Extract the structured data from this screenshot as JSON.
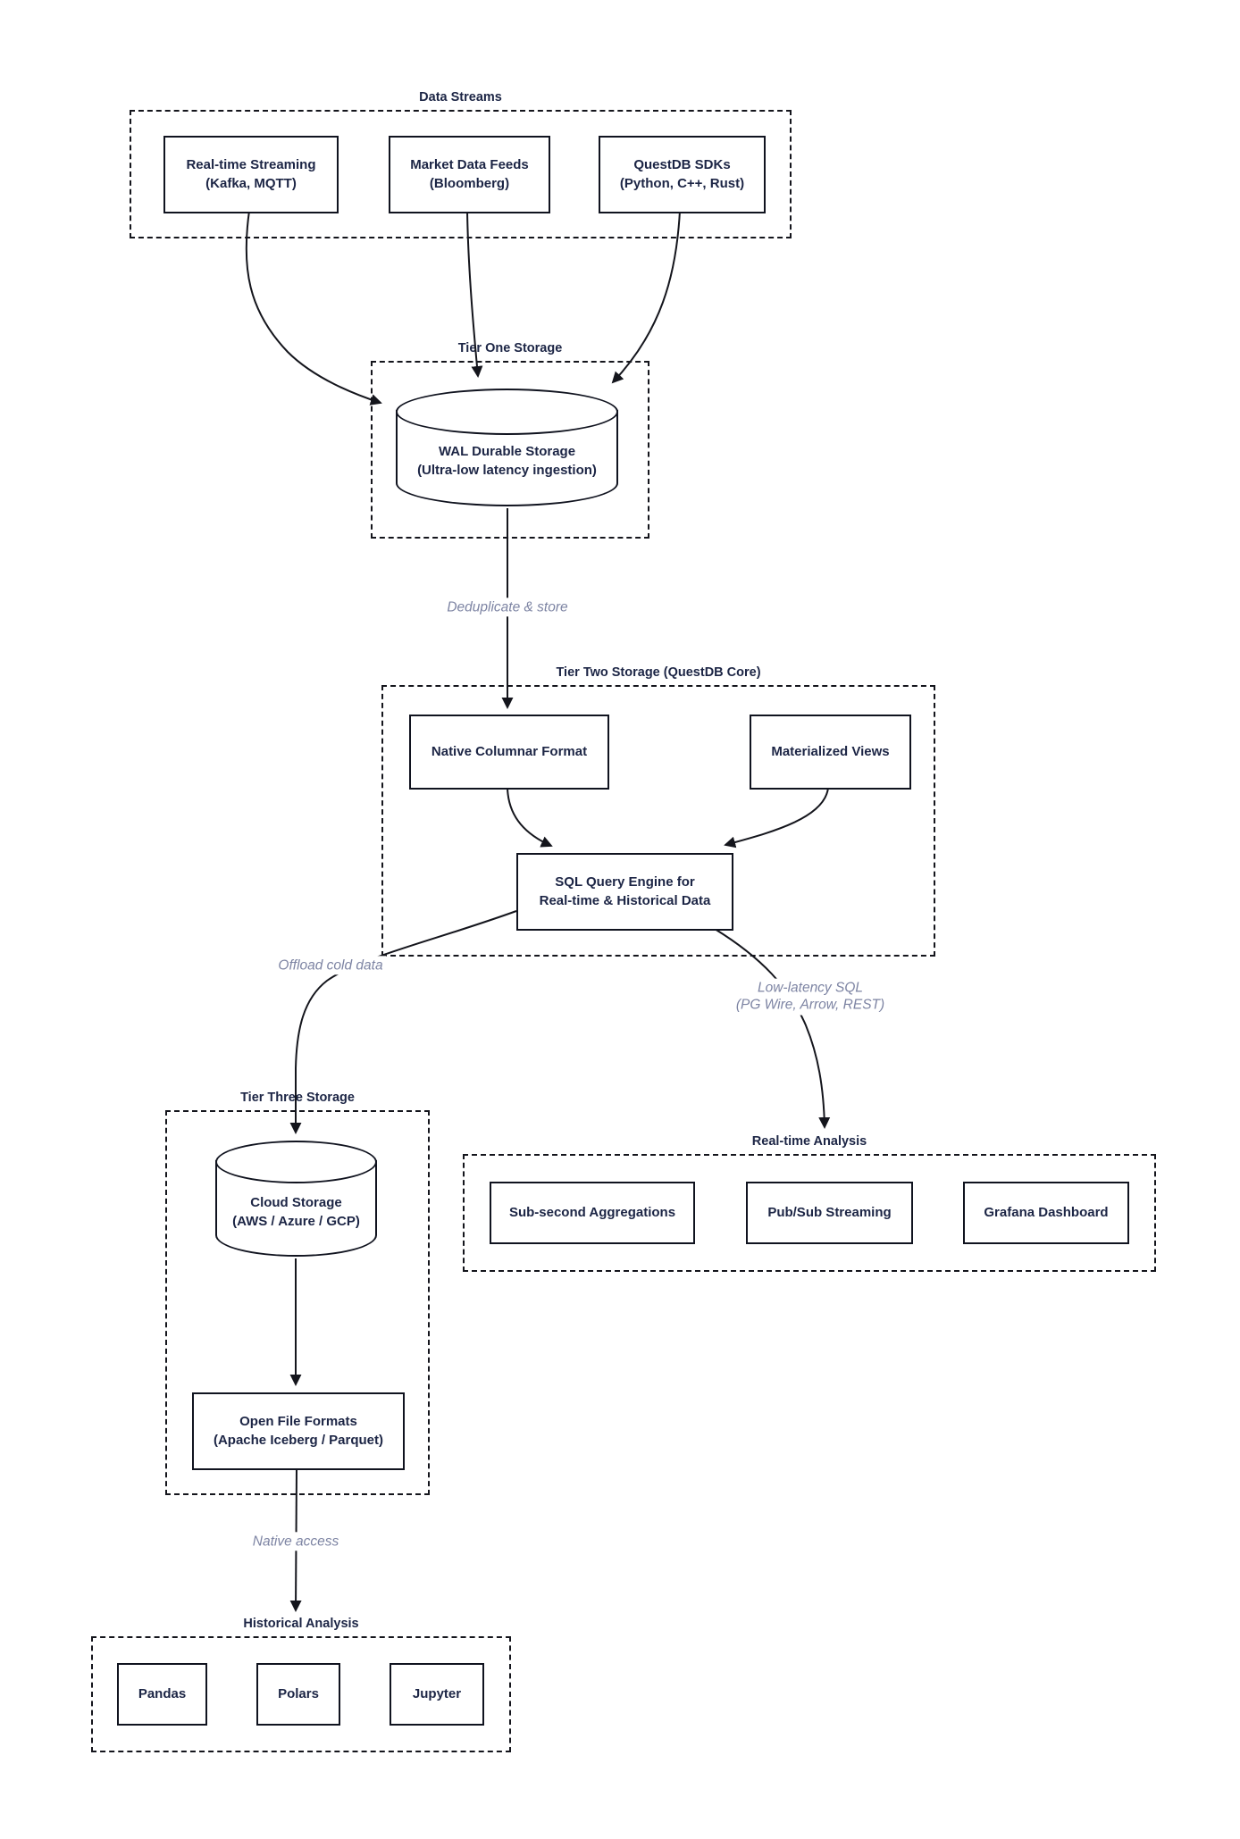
{
  "diagram": {
    "type": "flowchart",
    "background": "#ffffff",
    "colors": {
      "node_text": "#1c2545",
      "node_border": "#10131f",
      "cluster_border": "#14151c",
      "edge_line": "#14151c",
      "edge_label_text": "#7d84a3"
    },
    "clusters": {
      "data_streams": {
        "label": "Data Streams"
      },
      "tier_one": {
        "label": "Tier One Storage"
      },
      "tier_two": {
        "label": "Tier Two Storage (QuestDB Core)"
      },
      "tier_three": {
        "label": "Tier Three Storage"
      },
      "realtime": {
        "label": "Real-time Analysis"
      },
      "historical": {
        "label": "Historical Analysis"
      }
    },
    "nodes": {
      "realtime_streaming": {
        "line1": "Real-time Streaming",
        "line2": "(Kafka, MQTT)"
      },
      "market_data": {
        "line1": "Market Data Feeds",
        "line2": "(Bloomberg)"
      },
      "questdb_sdks": {
        "line1": "QuestDB SDKs",
        "line2": "(Python, C++, Rust)"
      },
      "wal_storage": {
        "line1": "WAL Durable Storage",
        "line2": "(Ultra-low latency ingestion)"
      },
      "native_columnar": {
        "line1": "Native Columnar Format"
      },
      "materialized_views": {
        "line1": "Materialized Views"
      },
      "sql_engine": {
        "line1": "SQL Query Engine for",
        "line2": "Real-time & Historical Data"
      },
      "cloud_storage": {
        "line1": "Cloud Storage",
        "line2": "(AWS / Azure / GCP)"
      },
      "open_file_formats": {
        "line1": "Open File Formats",
        "line2": "(Apache Iceberg / Parquet)"
      },
      "subsecond_aggregations": {
        "line1": "Sub-second Aggregations"
      },
      "pubsub_streaming": {
        "line1": "Pub/Sub Streaming"
      },
      "grafana_dashboard": {
        "line1": "Grafana Dashboard"
      },
      "pandas": {
        "line1": "Pandas"
      },
      "polars": {
        "line1": "Polars"
      },
      "jupyter": {
        "line1": "Jupyter"
      }
    },
    "edge_labels": {
      "deduplicate": "Deduplicate & store",
      "offload": "Offload cold data",
      "low_latency_line1": "Low-latency SQL",
      "low_latency_line2": "(PG Wire, Arrow, REST)",
      "native_access": "Native access"
    }
  }
}
